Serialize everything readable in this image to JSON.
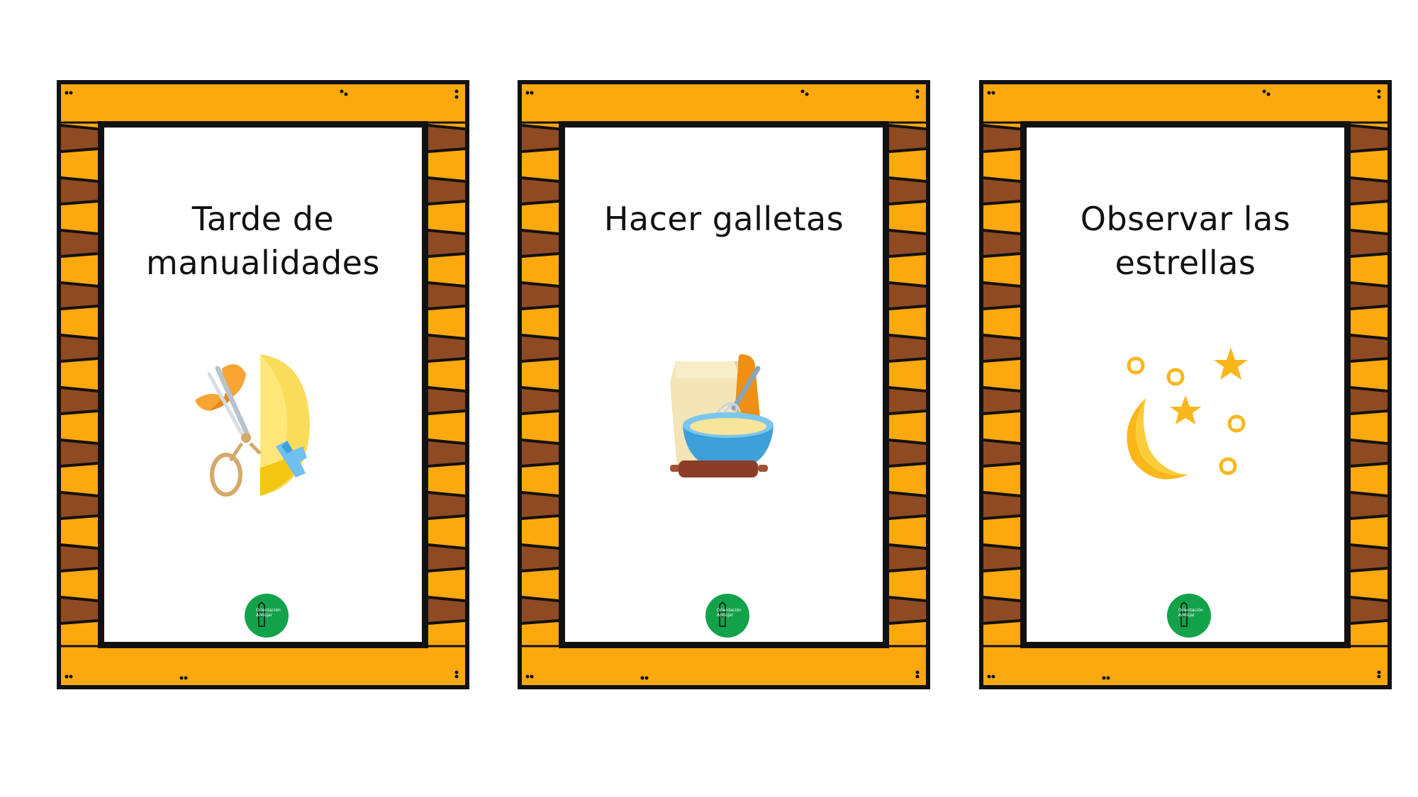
{
  "cards": [
    {
      "title_line1": "Tarde de",
      "title_line2": "manualidades",
      "icon": "crafts-scissors-paper-icon",
      "logo_line1": "Orientación",
      "logo_line2": "Andújar"
    },
    {
      "title_line1": "Hacer galletas",
      "title_line2": "",
      "icon": "baking-bowl-whisk-rolling-pin-icon",
      "logo_line1": "Orientación",
      "logo_line2": "Andújar"
    },
    {
      "title_line1": "Observar las",
      "title_line2": "estrellas",
      "icon": "moon-and-stars-icon",
      "logo_line1": "Orientación",
      "logo_line2": "Andújar"
    }
  ],
  "colors": {
    "frame_orange": "#FCA80F",
    "frame_brown": "#8E4A22",
    "outline": "#111111",
    "logo_green": "#12A24A"
  }
}
